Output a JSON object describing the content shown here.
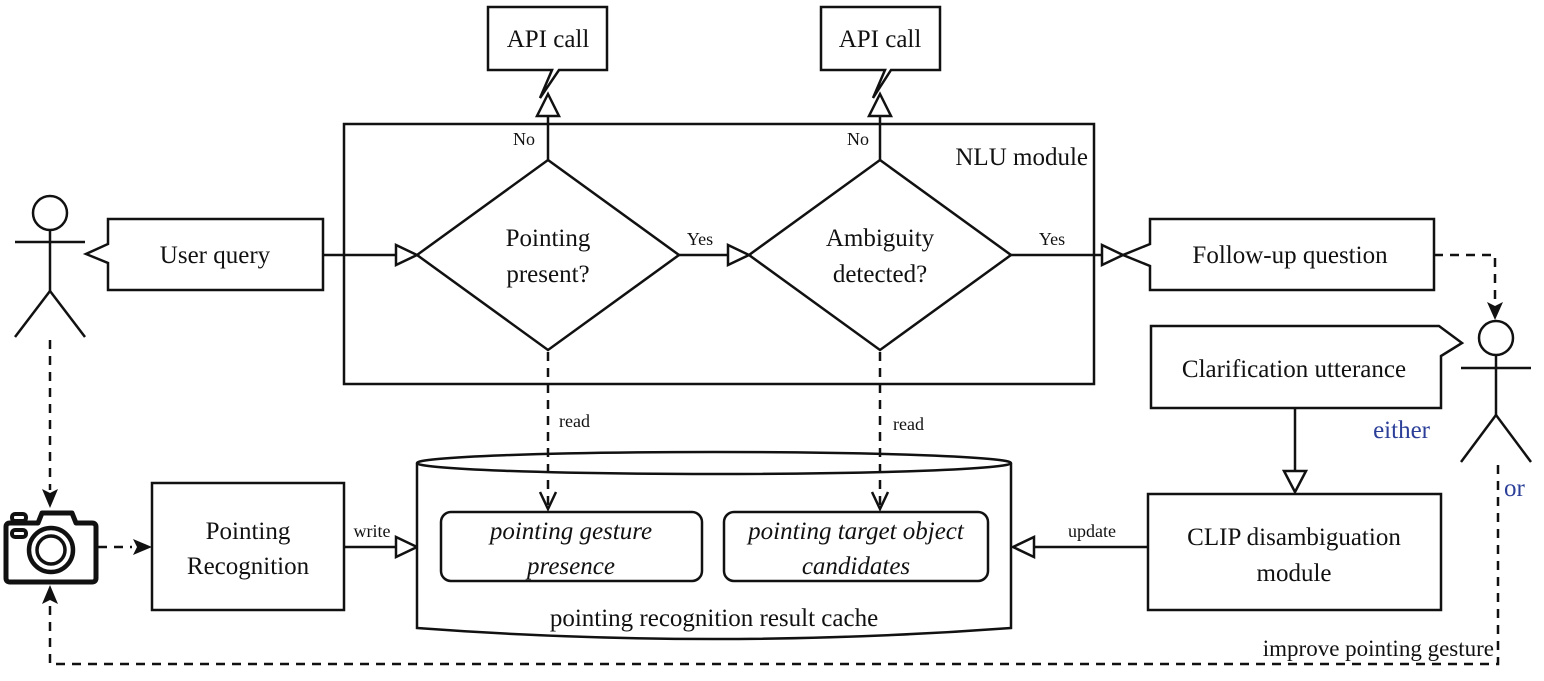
{
  "diagram": {
    "nlu_module": {
      "label": "NLU module"
    },
    "api_calls": [
      {
        "label": "API call"
      },
      {
        "label": "API call"
      }
    ],
    "user_query": {
      "label": "User query"
    },
    "decisions": [
      {
        "line1": "Pointing",
        "line2": "present?",
        "no_label": "No",
        "yes_label": "Yes"
      },
      {
        "line1": "Ambiguity",
        "line2": "detected?",
        "no_label": "No",
        "yes_label": "Yes"
      }
    ],
    "follow_up": {
      "label": "Follow-up question"
    },
    "clarification": {
      "label": "Clarification utterance"
    },
    "either_label": "either",
    "or_label": "or",
    "clip_module": {
      "line1": "CLIP disambiguation",
      "line2": "module"
    },
    "update_label": "update",
    "pointing_recognition": {
      "line1": "Pointing",
      "line2": "Recognition"
    },
    "write_label": "write",
    "cache": {
      "label": "pointing recognition result cache",
      "items": [
        {
          "line1": "pointing gesture",
          "line2": "presence"
        },
        {
          "line1": "pointing target object",
          "line2": "candidates"
        }
      ]
    },
    "read_labels": [
      "read",
      "read"
    ],
    "improve_label": "improve pointing gesture",
    "icons": {
      "user_actor": "stick-figure-icon",
      "second_actor": "stick-figure-icon",
      "camera": "camera-icon"
    },
    "accent_color": "#2b3f99"
  }
}
